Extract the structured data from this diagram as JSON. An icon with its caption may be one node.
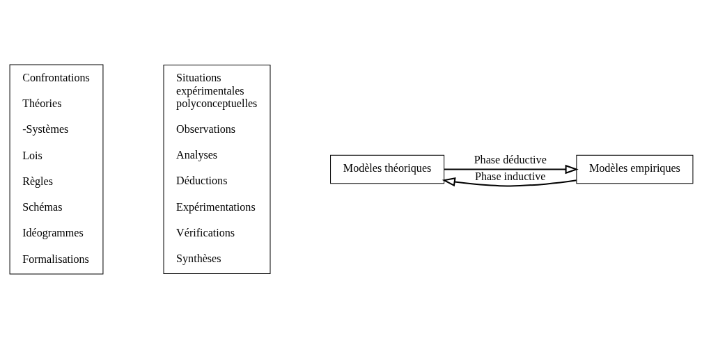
{
  "diagram": {
    "nodes": [
      {
        "text": [
          "Confrontations",
          "Théories",
          "-Systèmes",
          "Lois",
          "Règles",
          "Schémas",
          "Idéogrammes",
          "Formalisations"
        ]
      },
      {
        "text": [
          "Situations expérimentales polyconceptuelles",
          "Observations",
          "Analyses",
          "Déductions",
          "Expérimentations",
          "Vérifications",
          "Synthèses"
        ]
      },
      {
        "text": [
          "Modèles théoriques"
        ]
      },
      {
        "text": [
          "Modèles empiriques"
        ]
      }
    ],
    "edges": [
      {
        "from": 2,
        "to": 3,
        "arrow": "to",
        "label": "Phase déductive"
      },
      {
        "from": 3,
        "to": 2,
        "arrow": "to",
        "label": "Phase inductive"
      }
    ]
  }
}
